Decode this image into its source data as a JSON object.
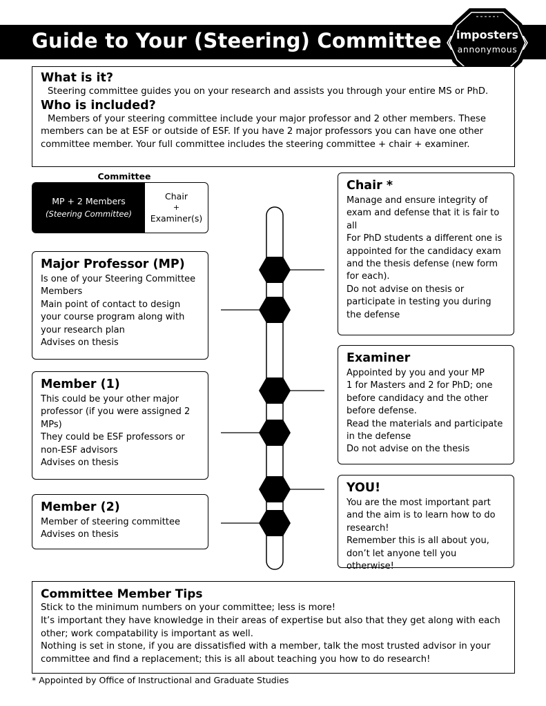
{
  "header": {
    "title": "Guide to Your (Steering) Committee",
    "logo": {
      "line1": "imposters",
      "line2": "annonymous"
    },
    "colors": {
      "banner": "#000000",
      "text": "#ffffff"
    }
  },
  "intro": {
    "what_heading": "What is it?",
    "what_text": "Steering committee guides you on your research and assists you through your entire MS or PhD.",
    "who_heading": "Who is included?",
    "who_text": "Members of your steering committee include your major professor and 2 other members. These members can be at ESF or outside of ESF. If you have 2 major professors you can have one other committee member. Your full committee includes the steering committee + chair + examiner."
  },
  "committee": {
    "label": "Committee",
    "left_line1": "MP + 2 Members",
    "left_line2": "(Steering Committee)",
    "right_line1": "Chair",
    "right_plus": "+",
    "right_line2": "Examiner(s)"
  },
  "major_professor": {
    "heading": "Major Professor (MP)",
    "lines": [
      "Is one of your Steering Committee Members",
      "Main point of contact to design your course program along with your research plan",
      "Advises on thesis"
    ]
  },
  "member1": {
    "heading": "Member (1)",
    "lines": [
      "This could be your other major professor (if you were assigned 2 MPs)",
      "They could be ESF professors or non-ESF advisors",
      "Advises on thesis"
    ]
  },
  "member2": {
    "heading": "Member (2)",
    "lines": [
      "Member of steering committee",
      "Advises on thesis"
    ]
  },
  "chair": {
    "heading": "Chair *",
    "lines": [
      "Manage and ensure integrity of exam and defense that it is fair to all",
      "For PhD students a different one is appointed for the candidacy exam and the thesis defense (new form for each).",
      "Do not advise on thesis or participate in testing you during the defense"
    ]
  },
  "examiner": {
    "heading": "Examiner",
    "lines": [
      "Appointed by you and your MP",
      "1 for Masters and 2 for PhD; one before candidacy and the other before defense.",
      "Read the materials and participate in the defense",
      "Do not advise on the thesis"
    ]
  },
  "you": {
    "heading": "YOU!",
    "lines": [
      "You are the most important part and the aim is to learn how to do research!",
      "Remember this is all about you, don’t let anyone tell you otherwise!"
    ]
  },
  "tips": {
    "heading": "Committee Member Tips",
    "lines": [
      "Stick to the minimum numbers on your committee; less is more!",
      "It’s important they have knowledge in their areas of expertise but also that they get along with each other; work compatability is important as well.",
      "Nothing is set in stone, if you are dissatisfied with a member, talk the most trusted advisor in your committee and find a replacement; this is all about teaching you how to do research!"
    ]
  },
  "footnote": "* Appointed by Office of Instructional and Graduate Studies"
}
